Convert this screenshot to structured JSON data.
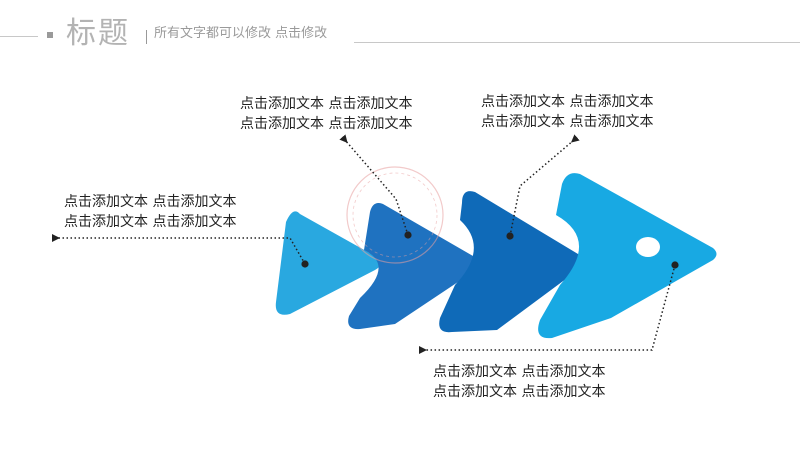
{
  "header": {
    "title": "标题",
    "subtitle": "所有文字都可以修改  点击修改"
  },
  "labels": [
    {
      "id": "top-left",
      "lines": [
        "点击添加文本 点击添加文本",
        "点击添加文本 点击添加文本"
      ]
    },
    {
      "id": "top-right",
      "lines": [
        "点击添加文本 点击添加文本",
        "点击添加文本 点击添加文本"
      ]
    },
    {
      "id": "left",
      "lines": [
        "点击添加文本 点击添加文本",
        "点击添加文本 点击添加文本"
      ]
    },
    {
      "id": "bottom",
      "lines": [
        "点击添加文本 点击添加文本",
        "点击添加文本 点击添加文本"
      ]
    }
  ],
  "colors": {
    "light_blue": "#29a8e0",
    "mid_blue": "#1f72c0",
    "dark_blue": "#0f6ab8",
    "head_blue": "#18a9e3",
    "header_gray": "#b3b3b3",
    "connector": "#222222"
  }
}
